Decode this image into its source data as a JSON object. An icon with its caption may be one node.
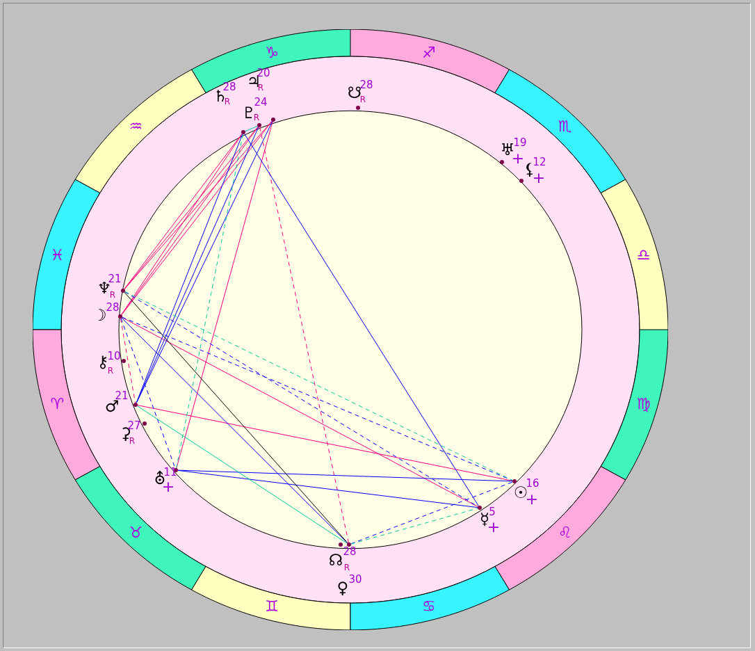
{
  "diagram": {
    "nodes": [
      {
        "text": [
          "♑"
        ]
      },
      {
        "text": [
          "♐"
        ]
      },
      {
        "text": [
          "♒"
        ]
      },
      {
        "text": [
          "♏"
        ]
      },
      {
        "text": [
          "♓"
        ]
      },
      {
        "text": [
          "♎"
        ]
      },
      {
        "text": [
          "♈"
        ]
      },
      {
        "text": [
          "♍"
        ]
      },
      {
        "text": [
          "♉"
        ]
      },
      {
        "text": [
          "♌"
        ]
      },
      {
        "text": [
          "♊"
        ]
      },
      {
        "text": [
          "♋"
        ]
      },
      {
        "text": [],
        "shape": "circle"
      },
      {
        "text": [],
        "shape": "circle"
      },
      {
        "text": [],
        "shape": "circle"
      },
      {
        "text": [],
        "shape": "circle"
      },
      {
        "text": [],
        "shape": "circle"
      },
      {
        "text": [],
        "shape": "circle"
      },
      {
        "text": [],
        "shape": "circle"
      },
      {
        "text": [],
        "shape": "circle"
      },
      {
        "text": [],
        "shape": "circle"
      },
      {
        "text": [],
        "shape": "circle"
      },
      {
        "text": [],
        "shape": "circle"
      },
      {
        "text": [],
        "shape": "circle"
      },
      {
        "text": [],
        "shape": "circle"
      },
      {
        "text": [],
        "shape": "circle"
      },
      {
        "text": [],
        "shape": "circle"
      },
      {
        "text": [],
        "shape": "circle"
      }
    ],
    "edges": [
      {
        "from": 12,
        "to": 18,
        "arrow": "none",
        "color": "#ff0080"
      },
      {
        "from": 13,
        "to": 18,
        "arrow": "none",
        "color": "#ff0080"
      },
      {
        "from": 14,
        "to": 18,
        "arrow": "none",
        "color": "#ff0080"
      },
      {
        "from": 12,
        "to": 19,
        "arrow": "none",
        "color": "#ff0080"
      },
      {
        "from": 13,
        "to": 19,
        "arrow": "none",
        "color": "#ff0080"
      },
      {
        "from": 14,
        "to": 19,
        "arrow": "none",
        "color": "#ff0080"
      },
      {
        "from": 14,
        "to": 23,
        "arrow": "none",
        "color": "#ff0080"
      },
      {
        "from": 13,
        "to": 25,
        "arrow": "none",
        "style": "dashed",
        "color": "#ff0080"
      },
      {
        "from": 19,
        "to": 26,
        "arrow": "none",
        "color": "#ff0080"
      },
      {
        "from": 21,
        "to": 27,
        "arrow": "none",
        "color": "#ff0080"
      },
      {
        "from": 19,
        "to": 21,
        "arrow": "none",
        "style": "dashed",
        "color": "#ff0080"
      },
      {
        "from": 12,
        "to": 21,
        "arrow": "none",
        "color": "#0000ff"
      },
      {
        "from": 13,
        "to": 21,
        "arrow": "none",
        "color": "#0000ff"
      },
      {
        "from": 14,
        "to": 21,
        "arrow": "none",
        "color": "#0000ff"
      },
      {
        "from": 12,
        "to": 26,
        "arrow": "none",
        "color": "#0000ff"
      },
      {
        "from": 19,
        "to": 25,
        "arrow": "none",
        "color": "#0000ff"
      },
      {
        "from": 19,
        "to": 23,
        "arrow": "none",
        "style": "dashed",
        "color": "#0000ff"
      },
      {
        "from": 23,
        "to": 27,
        "arrow": "none",
        "color": "#0000ff"
      },
      {
        "from": 23,
        "to": 26,
        "arrow": "none",
        "color": "#0000ff"
      },
      {
        "from": 25,
        "to": 27,
        "arrow": "none",
        "style": "dashed",
        "color": "#0000ff"
      },
      {
        "from": 18,
        "to": 26,
        "arrow": "none",
        "style": "dashed",
        "color": "#0000ff"
      },
      {
        "from": 19,
        "to": 27,
        "arrow": "none",
        "style": "dashed",
        "color": "#0000ff"
      },
      {
        "from": 12,
        "to": 23,
        "arrow": "none",
        "style": "dashed",
        "color": "#00c8a0"
      },
      {
        "from": 12,
        "to": 13,
        "arrow": "none",
        "color": "#00c8a0"
      },
      {
        "from": 18,
        "to": 27,
        "arrow": "none",
        "style": "dashed",
        "color": "#00c8a0"
      },
      {
        "from": 21,
        "to": 25,
        "arrow": "none",
        "color": "#00c8a0"
      },
      {
        "from": 25,
        "to": 26,
        "arrow": "none",
        "style": "dashed",
        "color": "#00c8a0"
      },
      {
        "from": 18,
        "to": 25,
        "arrow": "none",
        "color": "#000000"
      }
    ],
    "labels": [
      "♄",
      "28",
      "R",
      "♇",
      "24",
      "R",
      "♃",
      "20",
      "R",
      "☋",
      "28",
      "R",
      "♅",
      "19",
      "+",
      "⚸",
      "12",
      "+",
      "♆",
      "21",
      "R",
      "☽",
      "28",
      "⚷",
      "10",
      "R",
      "♂",
      "21",
      "⚳",
      "27",
      "R",
      "⛢",
      "11",
      "+",
      "☊",
      "28",
      "R",
      "♀",
      "30",
      "☿",
      "5",
      "+",
      "☉",
      "16",
      "+"
    ]
  }
}
